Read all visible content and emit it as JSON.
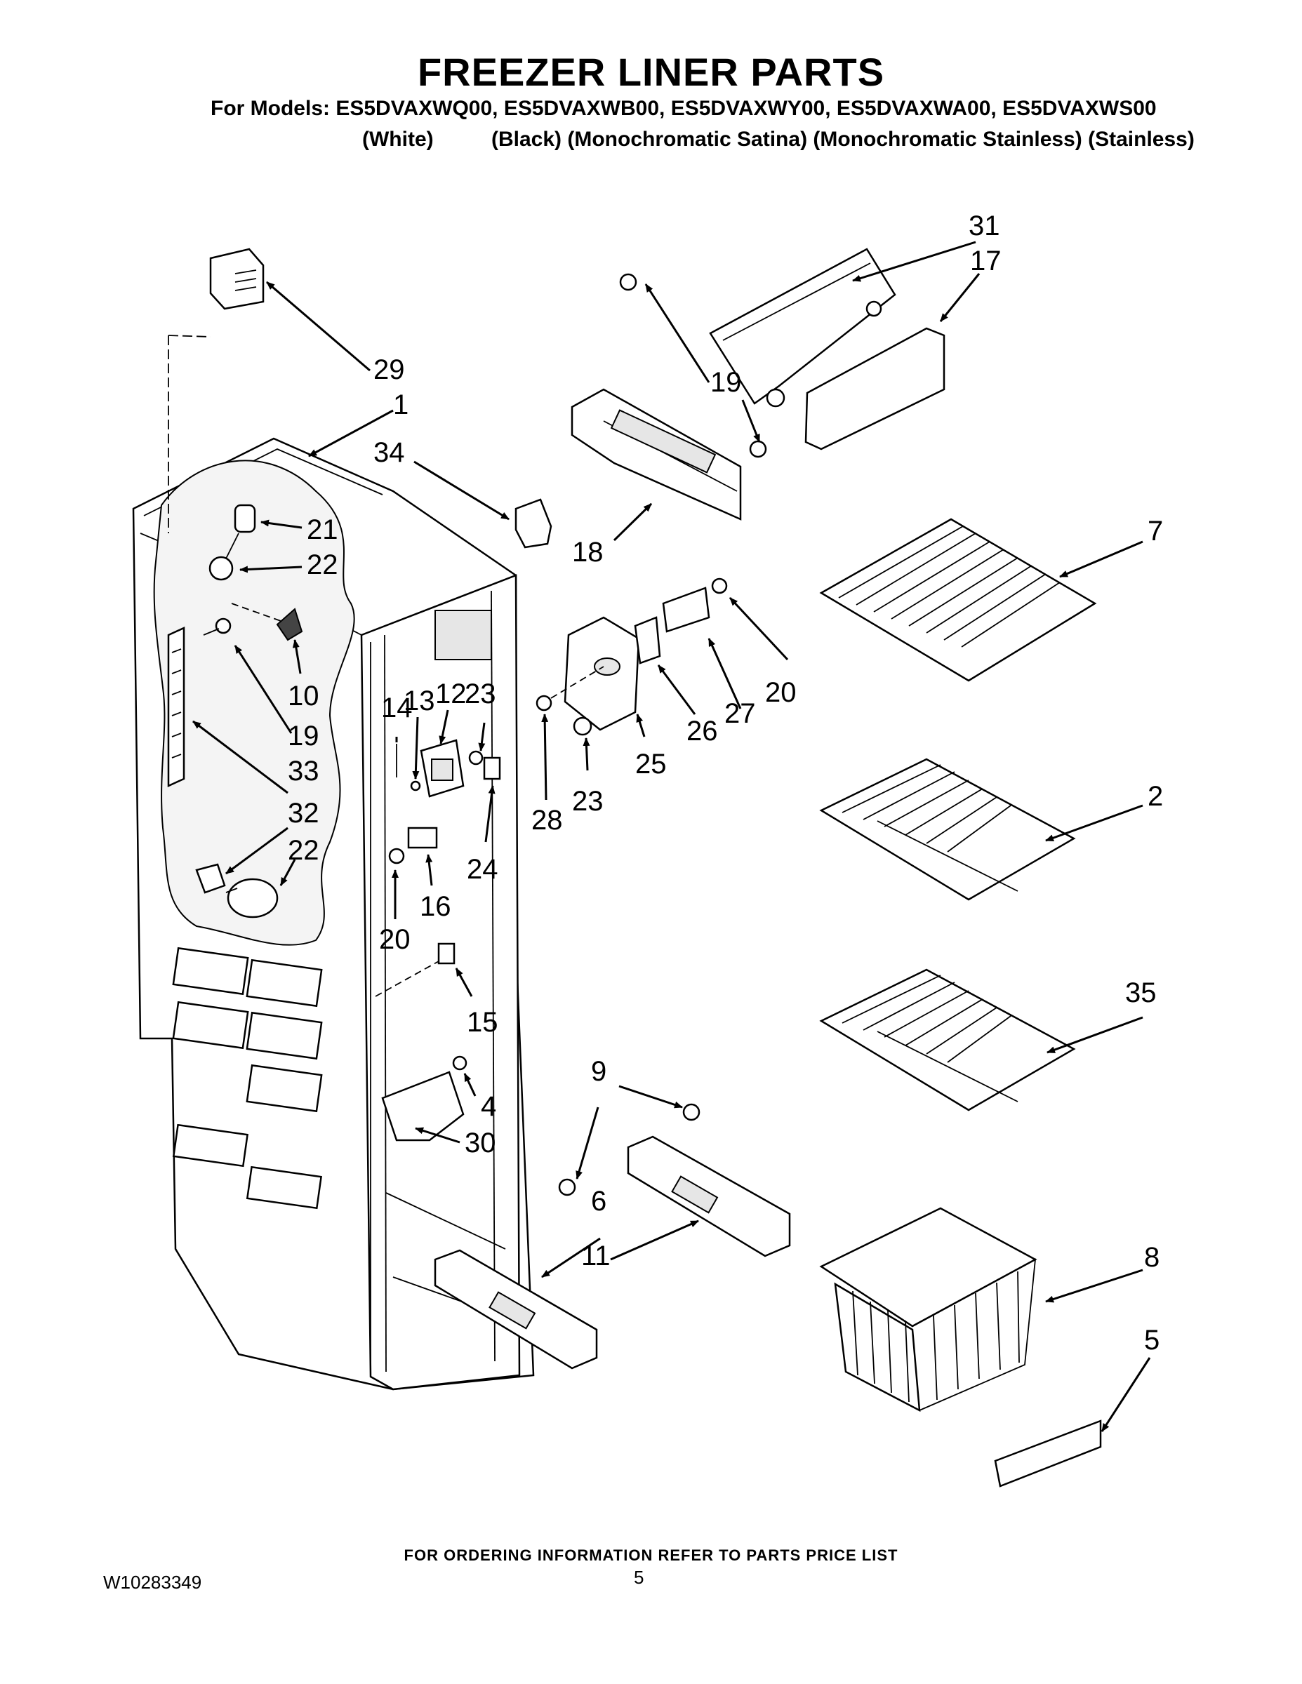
{
  "header": {
    "title": "FREEZER LINER PARTS",
    "models_line": "For Models: ES5DVAXWQ00, ES5DVAXWB00, ES5DVAXWY00, ES5DVAXWA00, ES5DVAXWS00",
    "color_white": "(White)",
    "color_rest": "(Black) (Monochromatic Satina) (Monochromatic Stainless) (Stainless)"
  },
  "callouts": {
    "p1": "1",
    "p2": "2",
    "p4": "4",
    "p5": "5",
    "p6": "6",
    "p7": "7",
    "p8": "8",
    "p9": "9",
    "p10": "10",
    "p11": "11",
    "p12": "12",
    "p13": "13",
    "p14": "14",
    "p15": "15",
    "p16": "16",
    "p17": "17",
    "p18": "18",
    "p19a": "19",
    "p19b": "19",
    "p20a": "20",
    "p20b": "20",
    "p21": "21",
    "p22a": "22",
    "p22b": "22",
    "p23a": "23",
    "p23b": "23",
    "p24": "24",
    "p25": "25",
    "p26": "26",
    "p27": "27",
    "p28": "28",
    "p29": "29",
    "p30": "30",
    "p31": "31",
    "p32": "32",
    "p33": "33",
    "p34": "34",
    "p35": "35"
  },
  "footer": {
    "ordering_note": "FOR ORDERING INFORMATION REFER TO PARTS PRICE LIST",
    "doc_number": "W10283349",
    "page_number": "5"
  }
}
